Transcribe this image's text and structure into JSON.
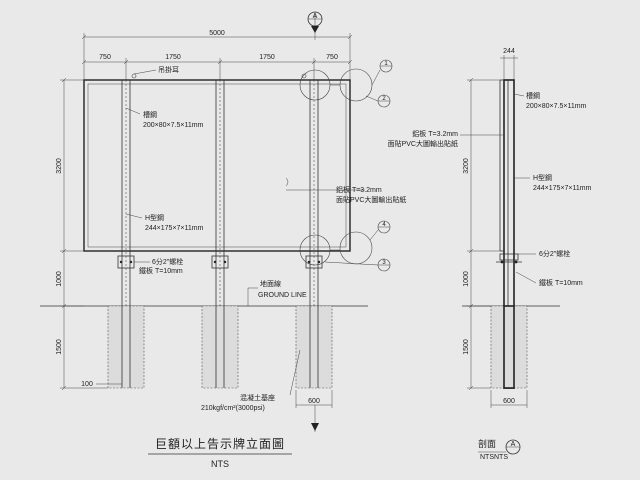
{
  "elevation": {
    "title": "巨額以上告示牌立面圖",
    "scale": "NTS",
    "section_marker_letter": "A",
    "dims_top": {
      "overall": "5000",
      "seg1": "750",
      "seg2": "1750",
      "seg3": "1750",
      "seg4": "750"
    },
    "dims_left": {
      "frame_height": "3200",
      "post_height": "1000",
      "foundation_depth": "1500",
      "offset": "100"
    },
    "foundation_width": "600",
    "callouts": {
      "lifting_ear": "吊掛耳",
      "channel_label": "槽鋼",
      "channel_size": "200×80×7.5×11mm",
      "panel_label": "鋁板 T=3.2mm",
      "panel_finish": "面貼PVC大圖輸出貼紙",
      "h_beam_label": "H型鋼",
      "h_beam_size": "244×175×7×11mm",
      "anchor_bolt": "6分2\"螺栓",
      "base_plate": "鐵板 T=10mm",
      "ground_zh": "地面線",
      "ground_en": "GROUND LINE",
      "concrete_label": "混凝土基座",
      "concrete_strength": "210kgf/cm²(3000psi)"
    },
    "detail_numbers": [
      "1",
      "2",
      "3",
      "4"
    ]
  },
  "section": {
    "title": "剖面",
    "scale": "NTS",
    "marker_letter": "A",
    "width_dim": "244",
    "frame_height": "3200",
    "post_height": "1000",
    "foundation_depth": "1500",
    "foundation_width": "600",
    "callouts": {
      "channel_label": "槽鋼",
      "channel_size": "200×80×7.5×11mm",
      "panel_label": "鋁板 T=3.2mm",
      "panel_finish": "面貼PVC大圖輸出貼紙",
      "h_beam_label": "H型鋼",
      "h_beam_size": "244×175×7×11mm",
      "anchor_bolt": "6分2\"螺栓",
      "base_plate": "鐵板 T=10mm"
    }
  }
}
